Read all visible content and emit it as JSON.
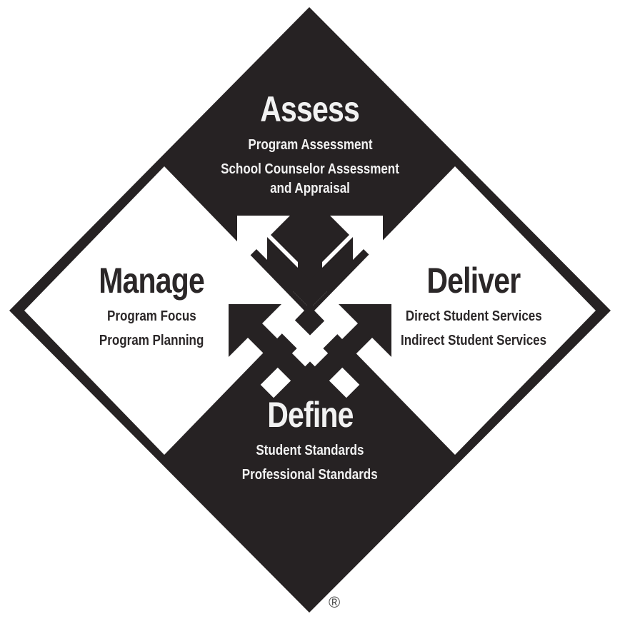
{
  "diagram": {
    "quadrants": {
      "assess": {
        "title": "Assess",
        "items": [
          "Program Assessment",
          "School Counselor Assessment and Appraisal"
        ]
      },
      "manage": {
        "title": "Manage",
        "items": [
          "Program Focus",
          "Program Planning"
        ]
      },
      "deliver": {
        "title": "Deliver",
        "items": [
          "Direct Student Services",
          "Indirect Student Services"
        ]
      },
      "define": {
        "title": "Define",
        "items": [
          "Student Standards",
          "Professional Standards"
        ]
      }
    },
    "registered_mark": "®",
    "colors": {
      "ink": "#262223",
      "paper": "#ffffff"
    }
  }
}
